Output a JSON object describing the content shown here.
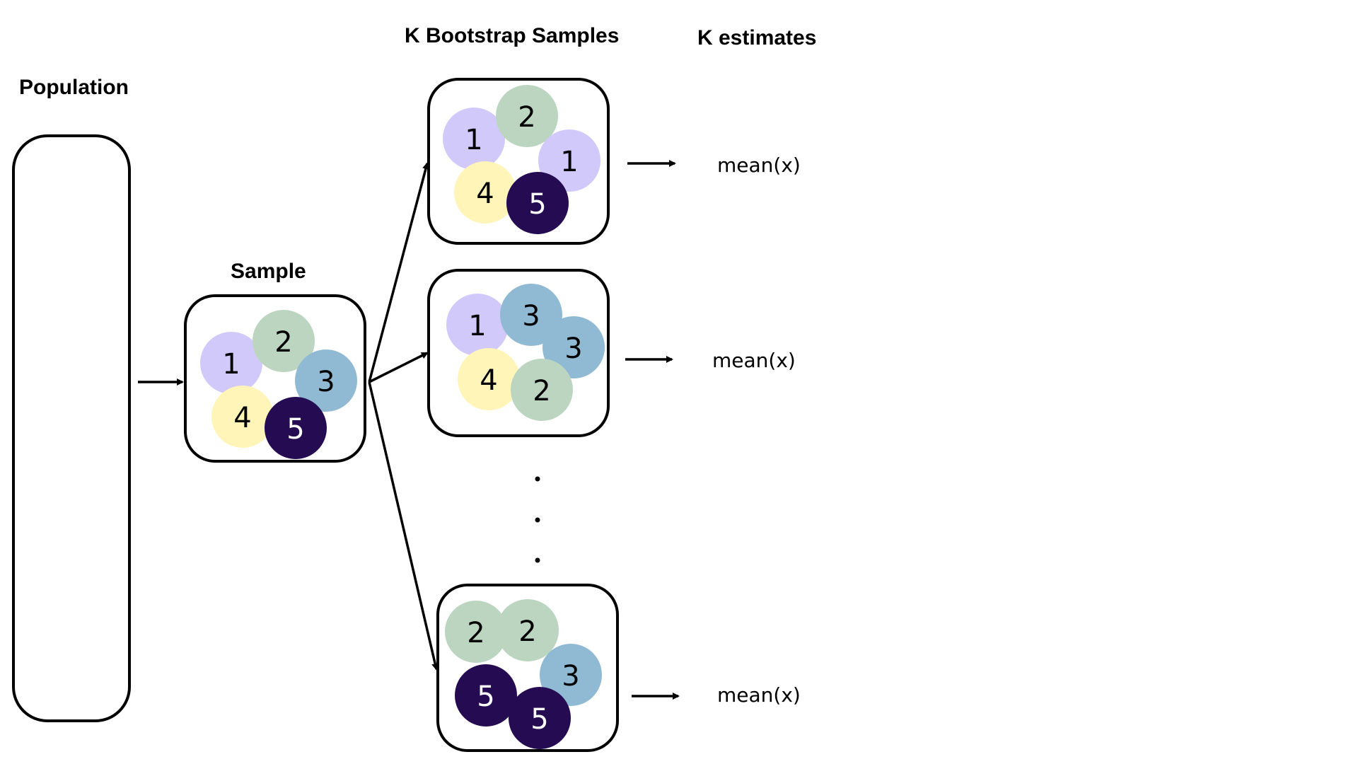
{
  "headings": {
    "population": "Population",
    "sample": "Sample",
    "bootstrap": "K Bootstrap Samples",
    "estimates": "K estimates"
  },
  "colors": {
    "1": "#d2c9fb",
    "2": "#bcd5c1",
    "3": "#90bad3",
    "4": "#fff5b8",
    "5": "#250c52",
    "dark_label": "#000000",
    "light_label": "#ffffff"
  },
  "sample": {
    "values": [
      "1",
      "2",
      "3",
      "4",
      "5"
    ]
  },
  "bootstrap_samples": [
    {
      "values": [
        "1",
        "2",
        "1",
        "4",
        "5"
      ],
      "estimate": "mean(x)"
    },
    {
      "values": [
        "1",
        "3",
        "3",
        "4",
        "2"
      ],
      "estimate": "mean(x)"
    },
    {
      "values": [
        "2",
        "2",
        "3",
        "5",
        "5"
      ],
      "estimate": "mean(x)"
    }
  ],
  "ellipsis": "⋮"
}
